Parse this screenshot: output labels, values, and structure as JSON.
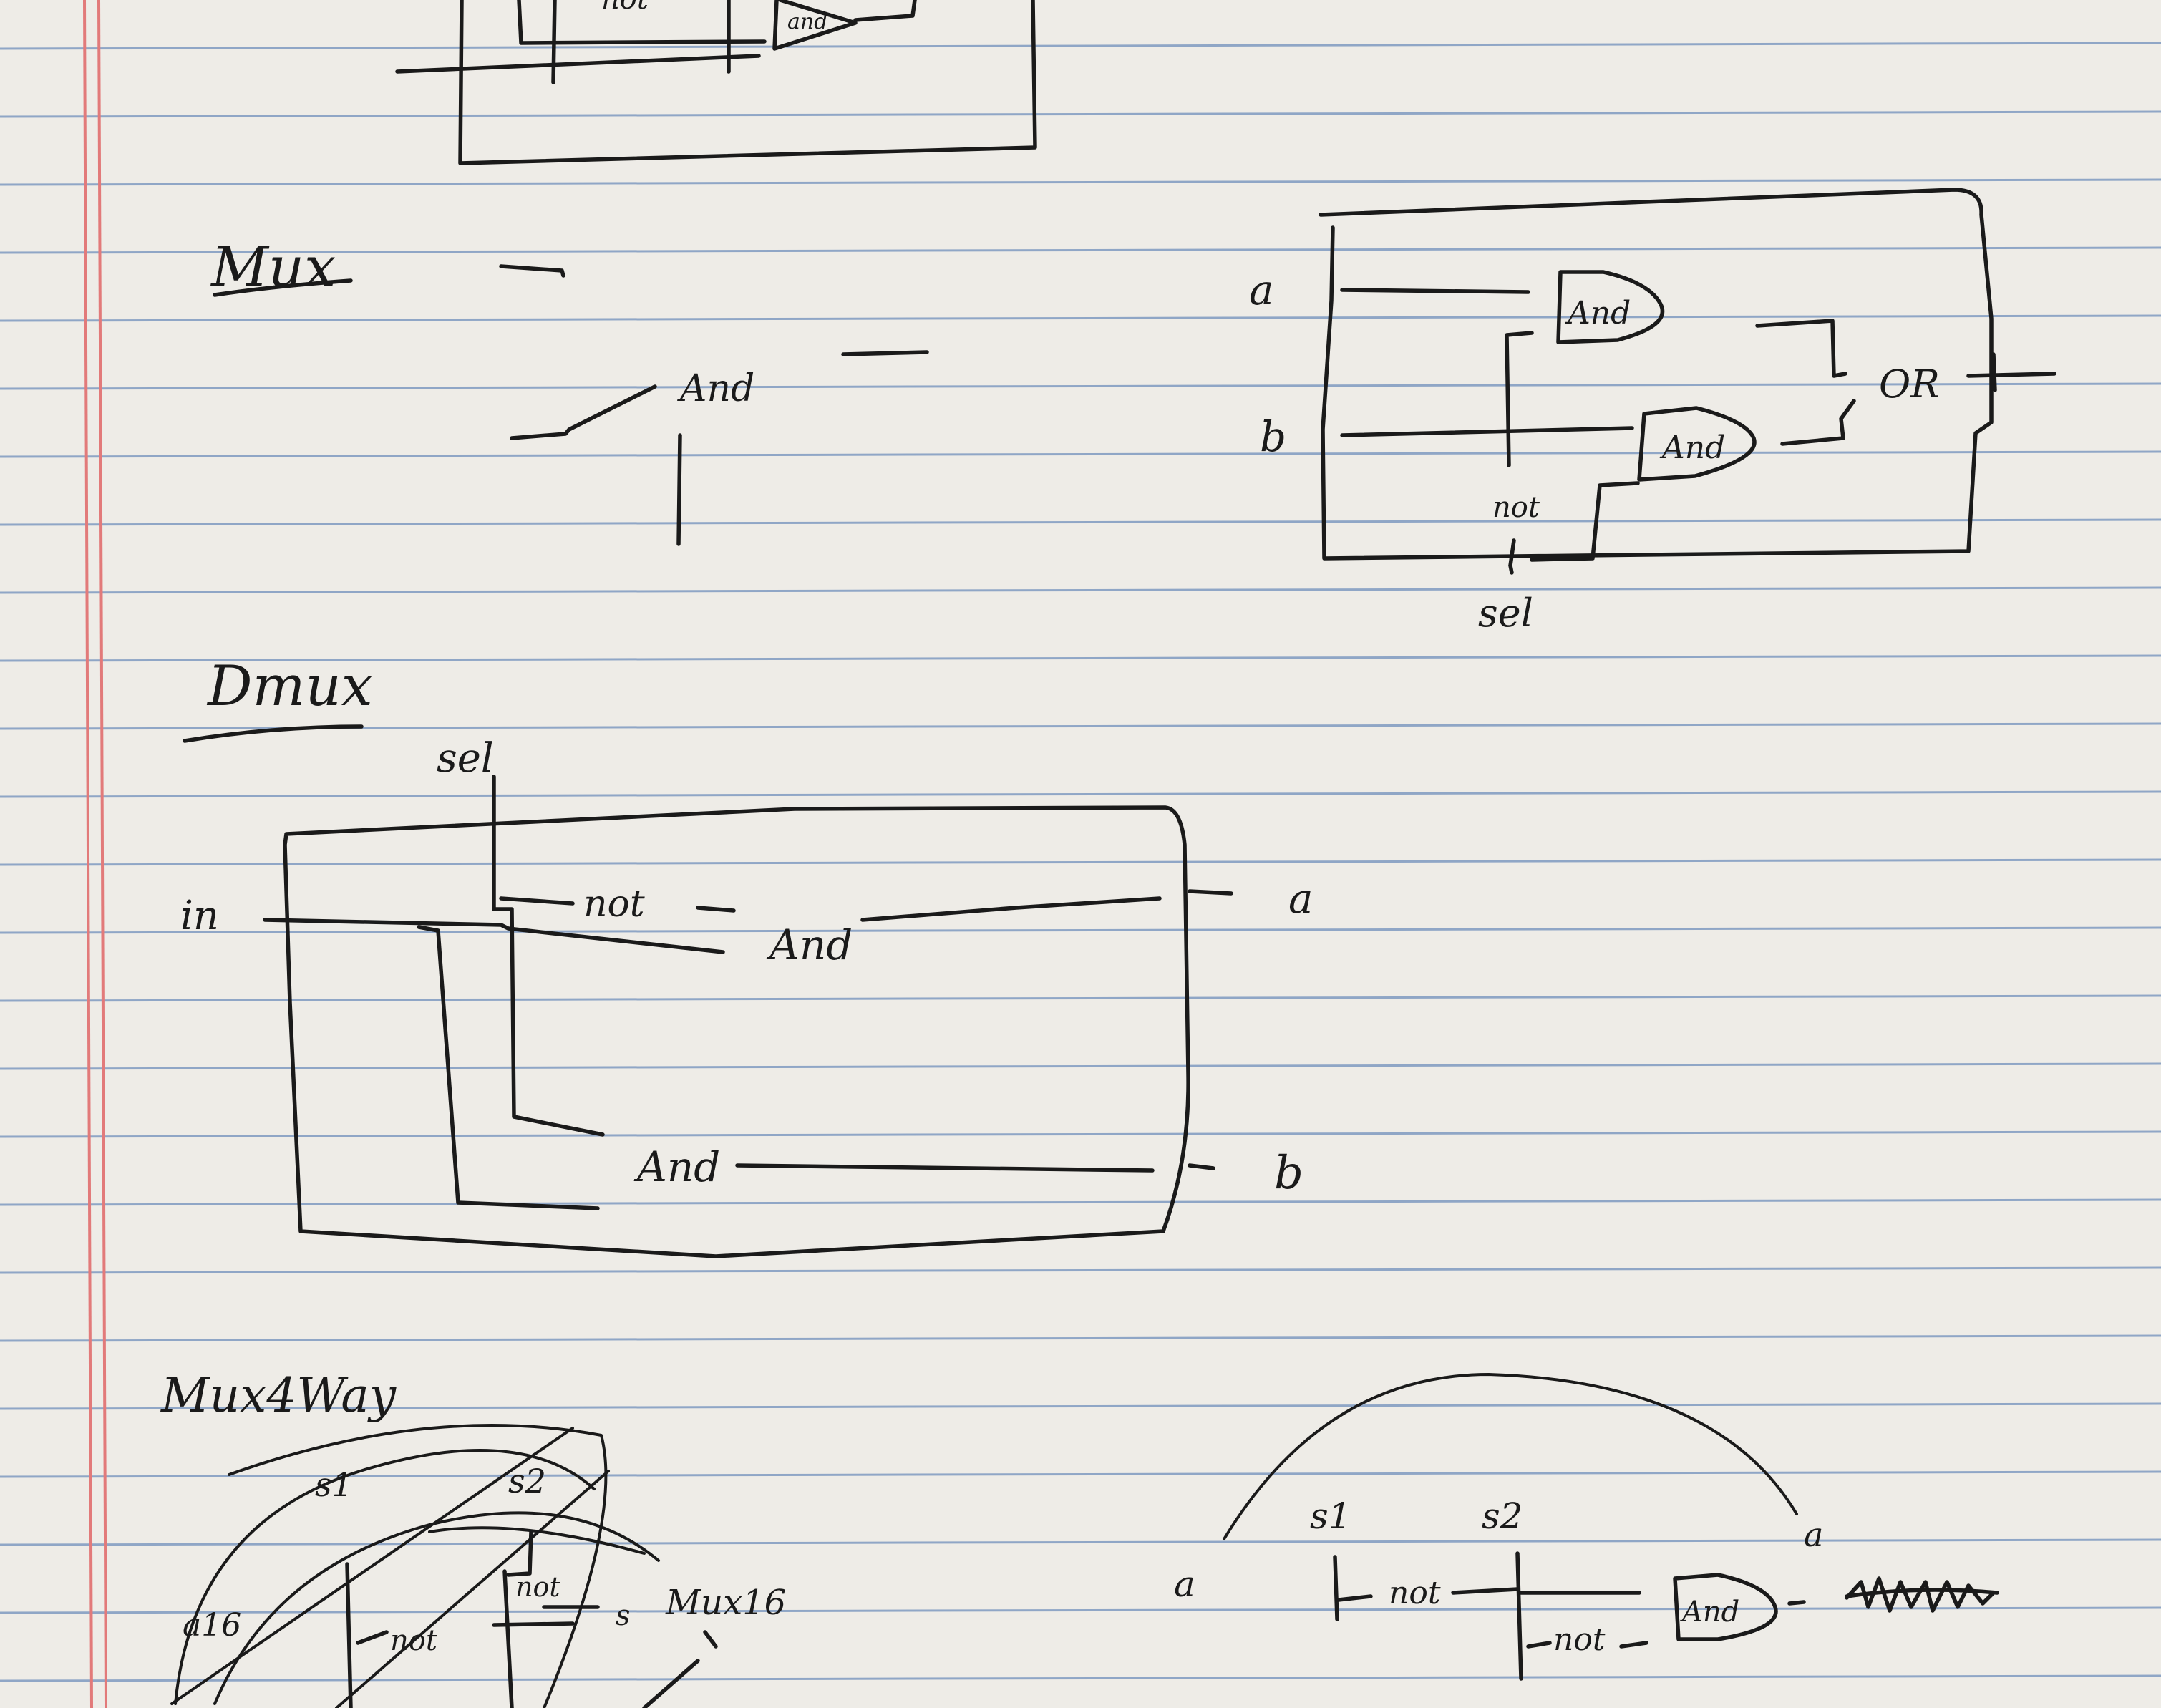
{
  "sections": {
    "mux": {
      "title": "Mux",
      "sketch_gate_label": "And",
      "inputs": {
        "a": "a",
        "b": "b",
        "sel": "sel"
      },
      "gates": {
        "and_top": "And",
        "and_bottom": "And",
        "not": "not",
        "or": "OR"
      }
    },
    "dmux": {
      "title": "Dmux",
      "inputs": {
        "sel": "sel",
        "in": "in"
      },
      "gates": {
        "not": "not",
        "and_top": "And",
        "and_bottom": "And"
      },
      "outputs": {
        "a": "a",
        "b": "b"
      }
    },
    "mux4way": {
      "title": "Mux4Way",
      "left_sketch": {
        "s1": "s1",
        "s2": "s2",
        "inputs": "a16",
        "not_left": "not",
        "not_right": "not",
        "s": "s",
        "mux": "Mux16"
      },
      "right_sketch": {
        "a": "a",
        "s1": "s1",
        "s2": "s2",
        "not_1": "not",
        "not_2": "not",
        "and": "And",
        "output": "a"
      }
    },
    "top_fragment": {
      "not": "not",
      "and": "and"
    }
  },
  "colors": {
    "ink": "#1a1a1a",
    "paper": "#eeece7",
    "rule": "#8fa6c6",
    "margin": "#e27a7a"
  }
}
